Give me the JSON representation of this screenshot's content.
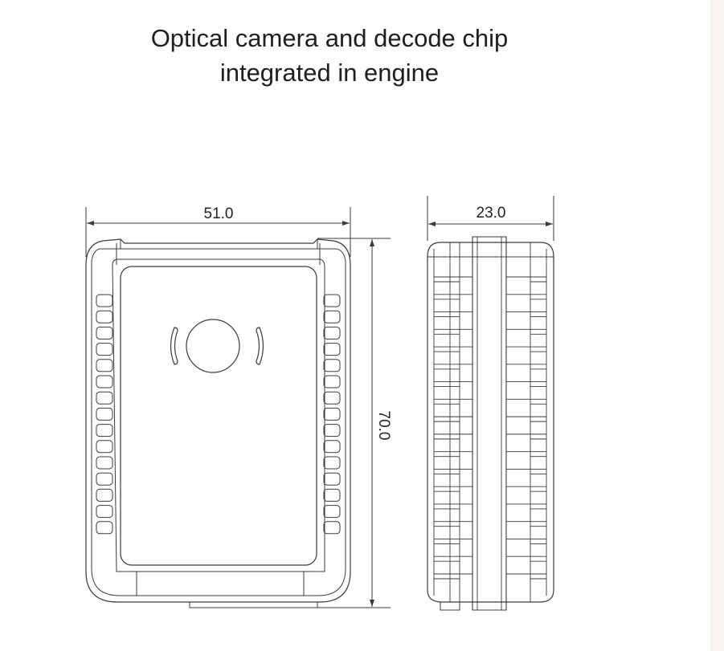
{
  "caption": {
    "line1": "Optical camera and decode chip",
    "line2": "integrated in engine"
  },
  "front_view": {
    "width_label": "51.0",
    "height_label": "70.0",
    "vent_slots_per_side": 15
  },
  "side_view": {
    "width_label": "23.0",
    "fin_count": 18
  },
  "colors": {
    "line": "#3a3a3a",
    "text": "#1e1e1e",
    "background": "#ffffff",
    "side_strip": "#f7f4f2"
  }
}
